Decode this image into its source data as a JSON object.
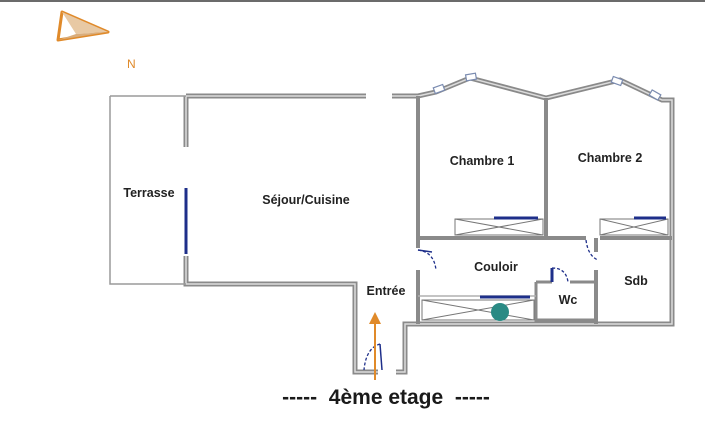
{
  "compass": {
    "north_label": "N",
    "arrow_icon": "north-arrow-icon",
    "color": "#e08a2a"
  },
  "rooms": {
    "terrasse": "Terrasse",
    "sejour": "Séjour/Cuisine",
    "chambre1": "Chambre 1",
    "chambre2": "Chambre 2",
    "couloir": "Couloir",
    "entree": "Entrée",
    "wc": "Wc",
    "sdb": "Sdb"
  },
  "floor": {
    "label": "-----  4ème etage  -----"
  },
  "colors": {
    "wall": "#8a8a8a",
    "wall_inner": "#c8c8c8",
    "window": "#1e2f8a",
    "entry_arrow": "#e08a2a",
    "marker": "#2a8a84"
  }
}
